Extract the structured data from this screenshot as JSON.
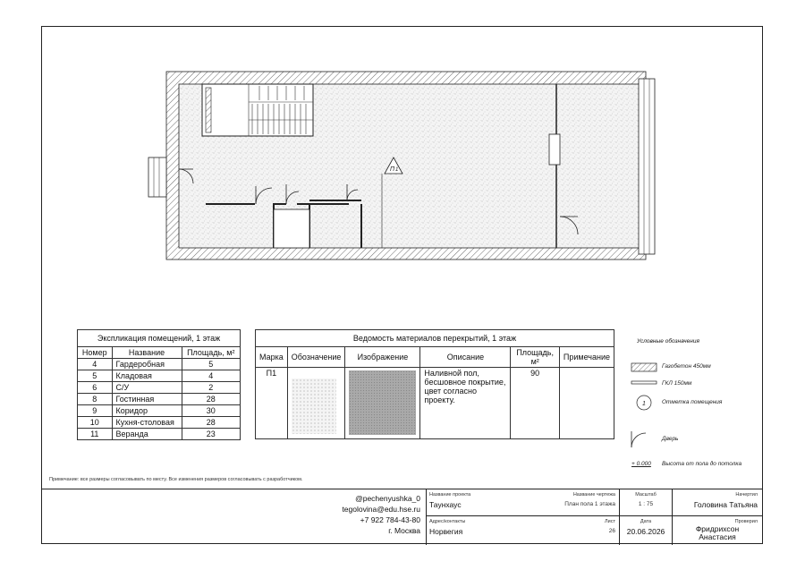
{
  "floor_plan": {
    "room_mark": "П",
    "room_mark_num": "1"
  },
  "rooms_table": {
    "title": "Экспликация помещений, 1 этаж",
    "headers": [
      "Номер",
      "Название",
      "Площадь, м²"
    ],
    "rows": [
      [
        "4",
        "Гардеробная",
        "5"
      ],
      [
        "5",
        "Кладовая",
        "4"
      ],
      [
        "6",
        "С/У",
        "2"
      ],
      [
        "8",
        "Гостинная",
        "28"
      ],
      [
        "9",
        "Коридор",
        "30"
      ],
      [
        "10",
        "Кухня-столовая",
        "28"
      ],
      [
        "11",
        "Веранда",
        "23"
      ]
    ]
  },
  "materials_table": {
    "title": "Ведомость материалов перекрытий, 1 этаж",
    "headers": [
      "Марка",
      "Обозначение",
      "Изображение",
      "Описание",
      "Площадь, м²",
      "Примечание"
    ],
    "row": {
      "mark": "П1",
      "description": "Наливной пол, бесшовное покрытие, цвет согласно проекту.",
      "area": "90",
      "note": ""
    }
  },
  "legend": {
    "title": "Условные обозначения",
    "items": [
      {
        "label": "Газобетон 450мм",
        "icon": "hatch-icon"
      },
      {
        "label": "ГКЛ 150мм",
        "icon": "thin-wall-icon"
      },
      {
        "label": "Отметка помещения",
        "icon": "room-mark-icon",
        "symbol": "1"
      },
      {
        "label": "Дверь",
        "icon": "door-icon"
      },
      {
        "label": "Высота от пола до потолка",
        "icon": "level-mark-icon",
        "symbol": "+ 0.000"
      }
    ]
  },
  "footnote": "Примечание: все размеры согласовывать по месту. Все изменения размеров согласовывать с разработчиком.",
  "stamp": {
    "contacts": [
      "@pechenyushka_0",
      "tegolovina@edu.hse.ru",
      "+7 922 784-43-80",
      "г. Москва"
    ],
    "project_label": "Название проекта",
    "project_value": "Таунхаус",
    "address_label": "Адрес/контакты",
    "address_value": "Норвегия",
    "drawing_label": "Название чертежа",
    "drawing_value": "План пола 1 этажа",
    "sheet_label": "Лист",
    "sheet_value": "26",
    "scale_label": "Масштаб",
    "scale_value": "1 : 75",
    "date_label": "Дата",
    "date_value": "20.06.2026",
    "drawn_label": "Начертил",
    "drawn_value": "Головина Татьяна",
    "checked_label": "Проверил",
    "checked_value": "Фридрихсон Анастасия"
  }
}
